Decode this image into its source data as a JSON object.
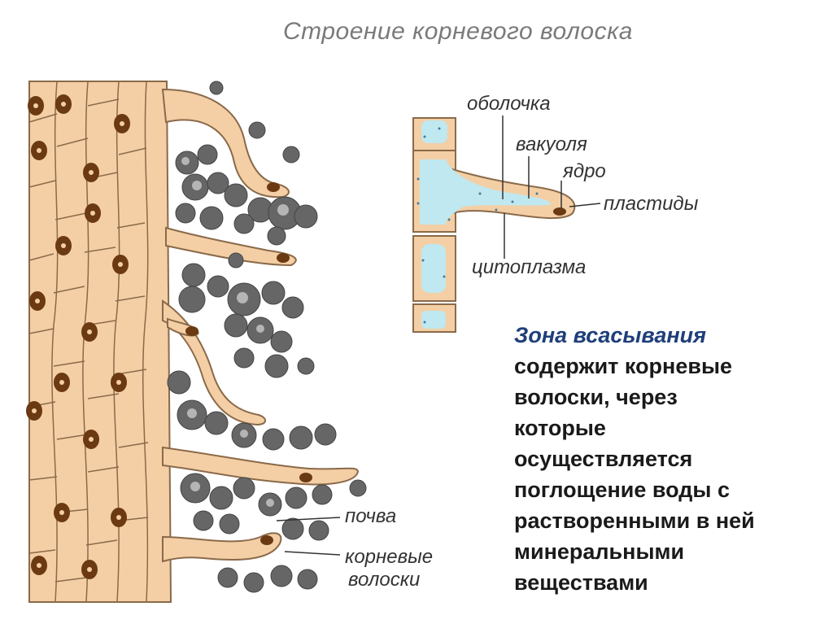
{
  "title": "Строение корневого волоска",
  "labels": {
    "membrane": "оболочка",
    "vacuole": "вакуоля",
    "nucleus": "ядро",
    "plastids": "пластиды",
    "cytoplasm": "цитоплазма",
    "soil": "почва",
    "root_hairs_line1": "корневые",
    "root_hairs_line2": "волоски"
  },
  "description": {
    "highlight": "Зона всасывания",
    "lines": [
      "содержит корневые",
      "волоски, через",
      "которые",
      "осуществляется",
      "поглощение воды с",
      "растворенными в ней",
      "минеральными",
      "веществами"
    ]
  },
  "colors": {
    "cell_fill": "#f4cfa5",
    "cell_stroke": "#8a6a4a",
    "nucleus": "#6b3a12",
    "soil_dark": "#555555",
    "soil_light": "#a9a9a9",
    "vacuole": "#bfe8f0",
    "highlight": "#1f3f7a"
  }
}
